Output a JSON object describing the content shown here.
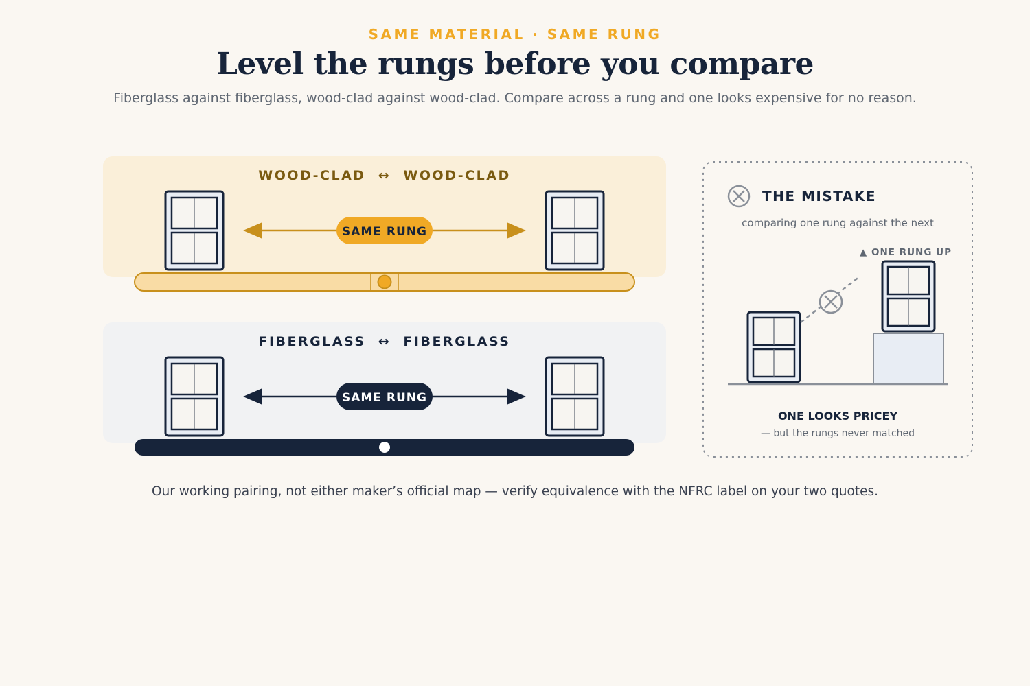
{
  "header": {
    "eyebrow": "SAME MATERIAL · SAME RUNG",
    "title": "Level the rungs before you compare",
    "subtitle": "Fiberglass against fiberglass, wood-clad against wood-clad. Compare across a rung and one looks expensive for no reason."
  },
  "panels": {
    "wood": {
      "heading": "WOOD-CLAD  ↔  WOOD-CLAD",
      "badge": "SAME RUNG",
      "accent": "#f0a925",
      "arrow_color": "#c8901c",
      "heading_color": "#7a5a10",
      "panel_bg": "#faefd9",
      "beam_fill": "#f9dca5"
    },
    "fiberglass": {
      "heading": "FIBERGLASS  ↔  FIBERGLASS",
      "badge": "SAME RUNG",
      "accent": "#17243a",
      "panel_bg": "#f1f2f3"
    }
  },
  "mistake": {
    "title": "THE MISTAKE",
    "subtitle": "comparing one rung against the next",
    "rung_up_label": "▲ ONE RUNG UP",
    "result_title": "ONE LOOKS PRICEY",
    "result_note": "— but the rungs never matched",
    "icon": "x-circle-icon",
    "muted_color": "#8a9099"
  },
  "footnote": "Our working pairing, not either maker’s official map — verify equivalence with the NFRC label on your two quotes.",
  "colors": {
    "navy": "#17243a",
    "window_fill": "#e8edf4",
    "background": "#faf7f2"
  }
}
